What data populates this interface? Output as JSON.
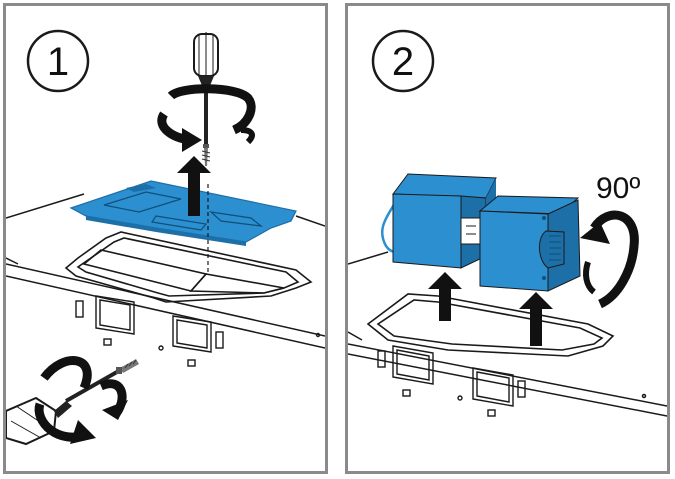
{
  "steps": [
    {
      "number": "1"
    },
    {
      "number": "2",
      "rotation_label": "90º"
    }
  ],
  "colors": {
    "part_blue": "#2c8fd0",
    "part_blue_dark": "#1d6fa8",
    "outline": "#1a1a1a",
    "arrow": "#111111",
    "frame": "#8a8a8a"
  },
  "icons": [
    "screwdriver-icon",
    "rotate-arrow-icon",
    "up-arrow-icon",
    "screw-icon"
  ]
}
